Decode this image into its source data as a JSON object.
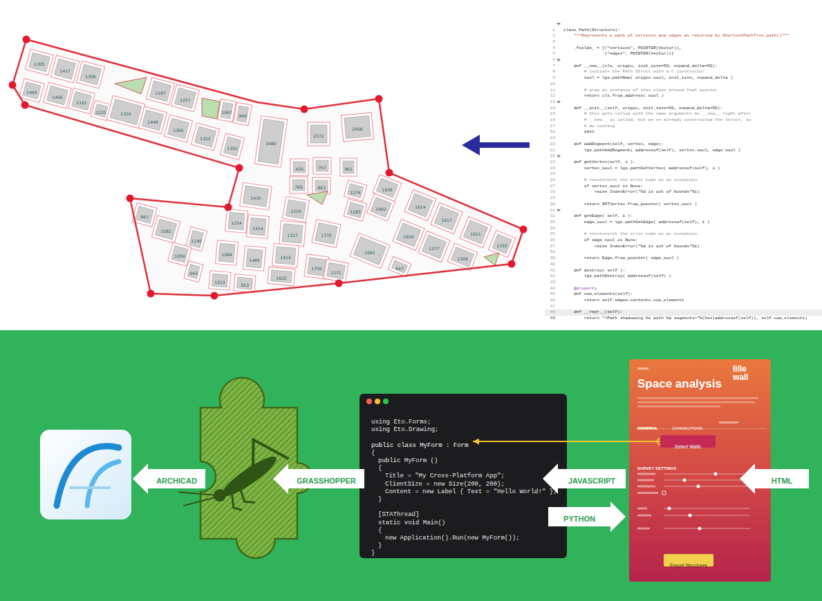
{
  "diagram": {
    "nodes": [
      {
        "text": [
          "ARCHICAD"
        ]
      },
      {
        "text": [
          "GRASSHOPPER"
        ]
      },
      {
        "text": [
          "using Eto.Forms;",
          "using Eto.Drawing;",
          "{",
          "public MyForm ()",
          "{",
          "Title = \"My Cross-Platform App\";",
          "ClientSize = new Size(200, 200);",
          "Content = new Label { Text = \"Hello World!\" };",
          "}",
          "[STAThread]",
          "static void Main()",
          "{",
          "new Application().Run(new MyForm());",
          "}",
          "}"
        ]
      },
      {
        "text": [
          "public class MyForm : Form"
        ],
        "in": 2
      },
      {
        "text": [
          "JAVASCRIPT"
        ]
      },
      {
        "text": [
          "PYTHON"
        ]
      },
      {
        "text": [
          "lille wall",
          "Space analysis",
          "GENERAL",
          "CONNECTIONS",
          "SURVEY SETTINGS"
        ]
      },
      {
        "text": [
          "Select Walls"
        ],
        "in": 6
      },
      {
        "text": [
          "Export Structures"
        ],
        "in": 6
      },
      {
        "text": [
          "HTML"
        ]
      }
    ],
    "edges": [
      {
        "from": 7,
        "to": 3,
        "arrow": "to"
      }
    ],
    "labels": [
      "1305",
      "1417",
      "1306",
      "1465",
      "1406",
      "1161",
      "1231",
      "2316",
      "1187",
      "1257",
      "1067",
      "999",
      "1449",
      "1305",
      "1322",
      "1302",
      "3480",
      "2172",
      "2506",
      "430",
      "757",
      "765",
      "863",
      "961",
      "1435",
      "1219",
      "1274",
      "1283",
      "1639",
      "1402",
      "1614",
      "1617",
      "1621",
      "1333",
      "1620",
      "1277",
      "1309",
      "2061",
      "1317",
      "1770",
      "647",
      "961",
      "1082",
      "1140",
      "1059",
      "943",
      "1214",
      "1414",
      "1084",
      "1485",
      "1413",
      "1705",
      "1313",
      "553",
      "1632",
      "1171",
      "1",
      "class Path(Structure):",
      "2",
      "\"\"\"Represents a path of vertices and edges as returned by ShortestPathTree.path()\"\"\"",
      "3",
      "4",
      "_fields_ = [(\"vertices\", POINTER(Vector)),",
      "5",
      "(\"edges\", POINTER(Vector))]",
      "6",
      "7",
      "def __new__(cls, origin, init_size=50, expand_delta=50):",
      "8",
      "# initiate the Path Struct with a C constructor",
      "9",
      "soul = lgs.pathNew( origin.soul, init_size, expand_delta )",
      "10",
      "11",
      "# wrap an instance of this class around that pointer",
      "12",
      "return cls.from_address( soul )",
      "13",
      "14",
      "def __init__(self, origin, init_size=50, expand_delta=50):",
      "15",
      "# this gets called with the same arguments as __new__ right after",
      "16",
      "# __new__ is called, but we've already constructed the struct, so",
      "17",
      "# do nothing",
      "18",
      "pass",
      "19",
      "20",
      "def addSegment(self, vertex, edge):",
      "21",
      "lgs.pathAddSegment( addressof(self), vertex.soul, edge.soul )",
      "22",
      "23",
      "def getVertex(self, i ):",
      "24",
      "vertex_soul = lgs.pathGetVertex( addressof(self), i )",
      "25",
      "26",
      "# reinterpret the error code as an exception",
      "27",
      "if vertex_soul is None:",
      "28",
      "raise IndexError(\"%d is out of bounds\"%i)",
      "29",
      "30",
      "return SPTVertex.from_pointer( vertex_soul )",
      "31",
      "32",
      "def getEdge( self, i ):",
      "33",
      "edge_soul = lgs.pathGetEdge( addressof(self), i )",
      "34",
      "35",
      "# reinterpret the error code as an exception",
      "36",
      "if edge_soul is None:",
      "37",
      "raise IndexError(\"%d is out of bounds\"%i)",
      "38",
      "39",
      "return Edge.from_pointer( edge_soul )",
      "40",
      "41",
      "def destroy( self ):",
      "42",
      "lgs.pathDestroy( addressof(self) )",
      "43",
      "44",
      "@property",
      "45",
      "def num_elements(self):",
      "46",
      "return self.edges.contents.num_elements",
      "47",
      "48",
      "def __repr__(self):",
      "49",
      "return \"<Path shadowing %s with %d segments>\"%(hex(addressof(self)), self.num_elements)"
    ]
  }
}
